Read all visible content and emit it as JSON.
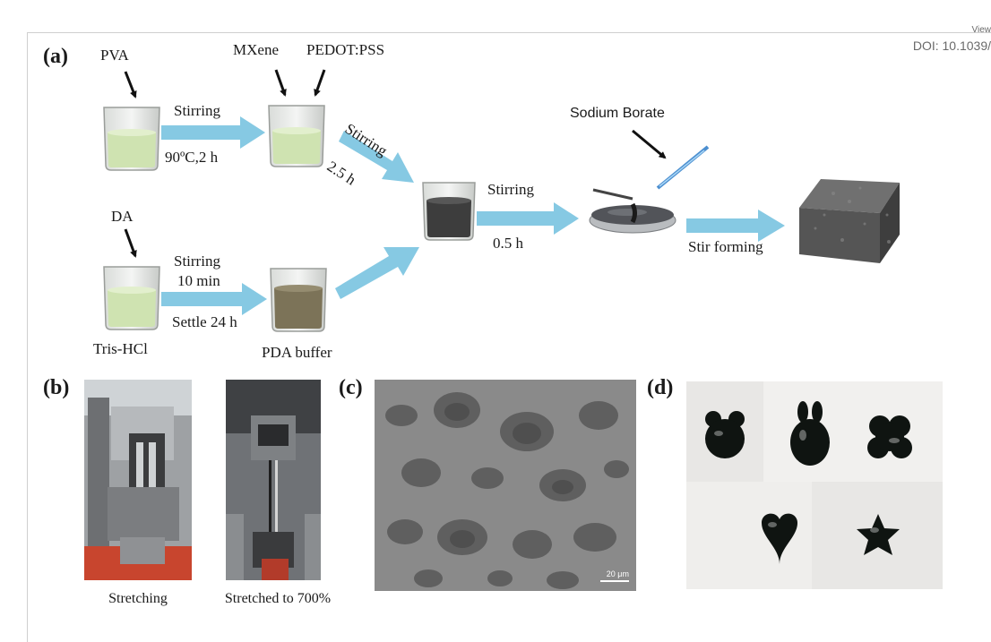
{
  "header": {
    "view_label": "View",
    "doi": "DOI: 10.1039/"
  },
  "panel_labels": {
    "a": "(a)",
    "b": "(b)",
    "c": "(c)",
    "d": "(d)"
  },
  "scheme": {
    "pva": "PVA",
    "mxene": "MXene",
    "pedot": "PEDOT:PSS",
    "stirring_1": "Stirring",
    "cond_1": "90ºC,2 h",
    "stirring_2": "Stirring",
    "time_2": "2.5 h",
    "da": "DA",
    "stirring_3": "Stirring",
    "time_3": "10 min",
    "settle": "Settle 24 h",
    "tris": "Tris-HCl",
    "pda": "PDA buffer",
    "stirring_4": "Stirring",
    "time_4": "0.5 h",
    "sodium_borate": "Sodium Borate",
    "stir_forming": "Stir forming"
  },
  "captions": {
    "stretching": "Stretching",
    "stretched": "Stretched to 700%"
  },
  "scale_bar": "20 μm",
  "colors": {
    "arrow": "#86c9e3",
    "liquid_green": "#cfe3b1",
    "liquid_dark": "#3d3d3d",
    "liquid_pda": "#7c7358"
  }
}
